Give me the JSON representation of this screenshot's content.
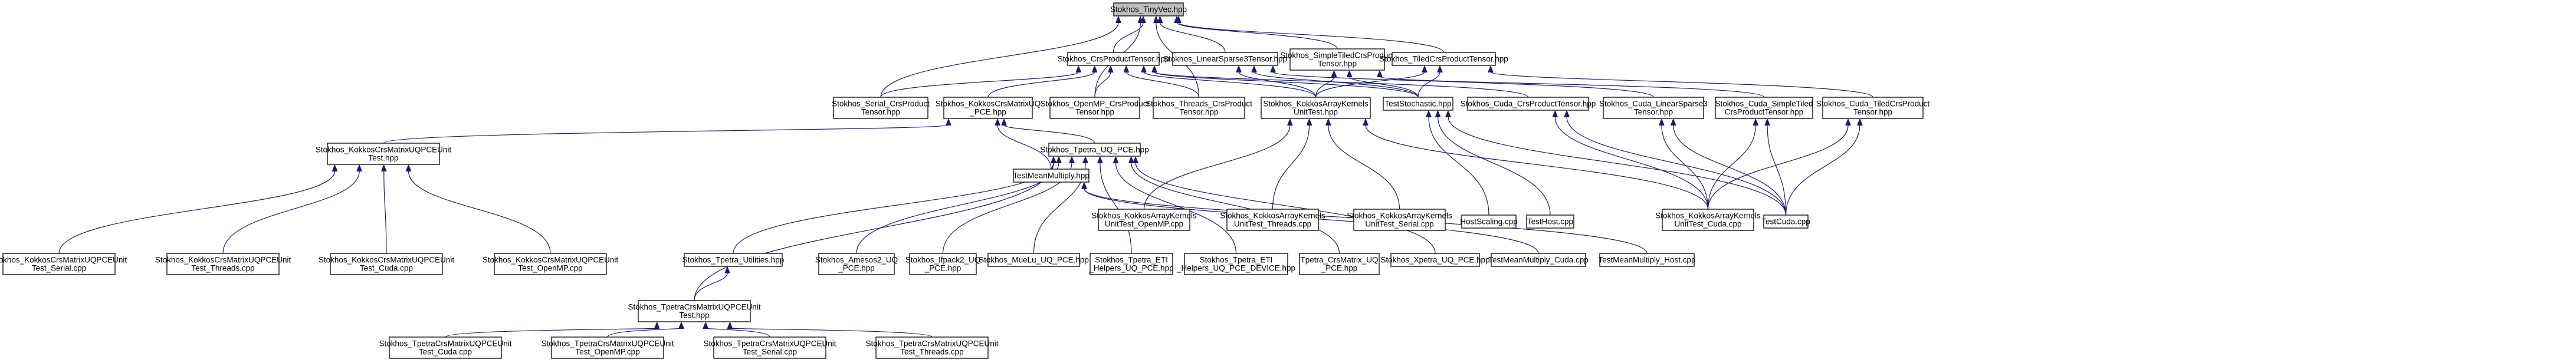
{
  "diagram": {
    "nodes": [
      {
        "id": "n0",
        "lines": [
          "Stokhos_TinyVec.hpp"
        ],
        "root": true
      },
      {
        "id": "n1",
        "lines": [
          "Stokhos_CrsProductTensor.hpp"
        ]
      },
      {
        "id": "n2",
        "lines": [
          "Stokhos_LinearSparse3Tensor.hpp"
        ]
      },
      {
        "id": "n3",
        "lines": [
          "Stokhos_SimpleTiledCrsProduct",
          "Tensor.hpp"
        ]
      },
      {
        "id": "n4",
        "lines": [
          "Stokhos_TiledCrsProductTensor.hpp"
        ]
      },
      {
        "id": "n5",
        "lines": [
          "Stokhos_Serial_CrsProduct",
          "Tensor.hpp"
        ]
      },
      {
        "id": "n6",
        "lines": [
          "Stokhos_KokkosCrsMatrixUQ",
          "_PCE.hpp"
        ]
      },
      {
        "id": "n7",
        "lines": [
          "Stokhos_OpenMP_CrsProduct",
          "Tensor.hpp"
        ]
      },
      {
        "id": "n8",
        "lines": [
          "Stokhos_Threads_CrsProduct",
          "Tensor.hpp"
        ]
      },
      {
        "id": "n9",
        "lines": [
          "Stokhos_KokkosArrayKernels",
          "UnitTest.hpp"
        ]
      },
      {
        "id": "n10",
        "lines": [
          "TestStochastic.hpp"
        ]
      },
      {
        "id": "n11",
        "lines": [
          "Stokhos_Cuda_CrsProductTensor.hpp"
        ]
      },
      {
        "id": "n12",
        "lines": [
          "Stokhos_Cuda_LinearSparse3",
          "Tensor.hpp"
        ]
      },
      {
        "id": "n13",
        "lines": [
          "Stokhos_Cuda_SimpleTiled",
          "CrsProductTensor.hpp"
        ]
      },
      {
        "id": "n14",
        "lines": [
          "Stokhos_Cuda_TiledCrsProduct",
          "Tensor.hpp"
        ]
      },
      {
        "id": "n15",
        "lines": [
          "Stokhos_KokkosCrsMatrixUQPCEUnit",
          "Test.hpp"
        ]
      },
      {
        "id": "n16",
        "lines": [
          "Stokhos_Tpetra_UQ_PCE.hpp"
        ]
      },
      {
        "id": "n17",
        "lines": [
          "TestMeanMultiply.hpp"
        ]
      },
      {
        "id": "n18",
        "lines": [
          "Stokhos_KokkosArrayKernels",
          "UnitTest_OpenMP.cpp"
        ]
      },
      {
        "id": "n19",
        "lines": [
          "Stokhos_KokkosArrayKernels",
          "UnitTest_Threads.cpp"
        ]
      },
      {
        "id": "n20",
        "lines": [
          "Stokhos_KokkosArrayKernels",
          "UnitTest_Serial.cpp"
        ]
      },
      {
        "id": "n21",
        "lines": [
          "HostScaling.cpp"
        ]
      },
      {
        "id": "n22",
        "lines": [
          "TestHost.cpp"
        ]
      },
      {
        "id": "n23",
        "lines": [
          "Stokhos_KokkosArrayKernels",
          "UnitTest_Cuda.cpp"
        ]
      },
      {
        "id": "n24",
        "lines": [
          "TestCuda.cpp"
        ]
      },
      {
        "id": "n25",
        "lines": [
          "Stokhos_KokkosCrsMatrixUQPCEUnit",
          "Test_Serial.cpp"
        ]
      },
      {
        "id": "n26",
        "lines": [
          "Stokhos_KokkosCrsMatrixUQPCEUnit",
          "Test_Threads.cpp"
        ]
      },
      {
        "id": "n27",
        "lines": [
          "Stokhos_KokkosCrsMatrixUQPCEUnit",
          "Test_Cuda.cpp"
        ]
      },
      {
        "id": "n28",
        "lines": [
          "Stokhos_KokkosCrsMatrixUQPCEUnit",
          "Test_OpenMP.cpp"
        ]
      },
      {
        "id": "n29",
        "lines": [
          "Stokhos_Tpetra_Utilities.hpp"
        ]
      },
      {
        "id": "n30",
        "lines": [
          "Stokhos_Amesos2_UQ",
          "_PCE.hpp"
        ]
      },
      {
        "id": "n31",
        "lines": [
          "Stokhos_Ifpack2_UQ",
          "_PCE.hpp"
        ]
      },
      {
        "id": "n32",
        "lines": [
          "Stokhos_MueLu_UQ_PCE.hpp"
        ]
      },
      {
        "id": "n33",
        "lines": [
          "Stokhos_Tpetra_ETI",
          "_Helpers_UQ_PCE.hpp"
        ]
      },
      {
        "id": "n34",
        "lines": [
          "Stokhos_Tpetra_ETI",
          "_Helpers_UQ_PCE_DEVICE.hpp"
        ]
      },
      {
        "id": "n35",
        "lines": [
          "Tpetra_CrsMatrix_UQ",
          "_PCE.hpp"
        ]
      },
      {
        "id": "n36",
        "lines": [
          "Stokhos_Xpetra_UQ_PCE.hpp"
        ]
      },
      {
        "id": "n37",
        "lines": [
          "TestMeanMultiply_Cuda.cpp"
        ]
      },
      {
        "id": "n38",
        "lines": [
          "TestMeanMultiply_Host.cpp"
        ]
      },
      {
        "id": "n39",
        "lines": [
          "Stokhos_TpetraCrsMatrixUQPCEUnit",
          "Test.hpp"
        ]
      },
      {
        "id": "n40",
        "lines": [
          "Stokhos_TpetraCrsMatrixUQPCEUnit",
          "Test_Cuda.cpp"
        ]
      },
      {
        "id": "n41",
        "lines": [
          "Stokhos_TpetraCrsMatrixUQPCEUnit",
          "Test_OpenMP.cpp"
        ]
      },
      {
        "id": "n42",
        "lines": [
          "Stokhos_TpetraCrsMatrixUQPCEUnit",
          "Test_Serial.cpp"
        ]
      },
      {
        "id": "n43",
        "lines": [
          "Stokhos_TpetraCrsMatrixUQPCEUnit",
          "Test_Threads.cpp"
        ]
      }
    ],
    "edges": [
      [
        "n0",
        "n1"
      ],
      [
        "n0",
        "n2"
      ],
      [
        "n0",
        "n3"
      ],
      [
        "n0",
        "n4"
      ],
      [
        "n0",
        "n5"
      ],
      [
        "n0",
        "n7"
      ],
      [
        "n0",
        "n8"
      ],
      [
        "n1",
        "n5"
      ],
      [
        "n1",
        "n6"
      ],
      [
        "n1",
        "n7"
      ],
      [
        "n1",
        "n8"
      ],
      [
        "n1",
        "n9"
      ],
      [
        "n1",
        "n10"
      ],
      [
        "n1",
        "n11"
      ],
      [
        "n2",
        "n9"
      ],
      [
        "n2",
        "n10"
      ],
      [
        "n2",
        "n12"
      ],
      [
        "n3",
        "n9"
      ],
      [
        "n3",
        "n10"
      ],
      [
        "n3",
        "n13"
      ],
      [
        "n4",
        "n9"
      ],
      [
        "n4",
        "n10"
      ],
      [
        "n4",
        "n14"
      ],
      [
        "n6",
        "n15"
      ],
      [
        "n6",
        "n16"
      ],
      [
        "n6",
        "n17"
      ],
      [
        "n9",
        "n18"
      ],
      [
        "n9",
        "n19"
      ],
      [
        "n9",
        "n20"
      ],
      [
        "n9",
        "n23"
      ],
      [
        "n10",
        "n21"
      ],
      [
        "n10",
        "n22"
      ],
      [
        "n10",
        "n24"
      ],
      [
        "n11",
        "n23"
      ],
      [
        "n11",
        "n24"
      ],
      [
        "n12",
        "n23"
      ],
      [
        "n12",
        "n24"
      ],
      [
        "n13",
        "n23"
      ],
      [
        "n13",
        "n24"
      ],
      [
        "n14",
        "n23"
      ],
      [
        "n14",
        "n24"
      ],
      [
        "n15",
        "n25"
      ],
      [
        "n15",
        "n26"
      ],
      [
        "n15",
        "n27"
      ],
      [
        "n15",
        "n28"
      ],
      [
        "n16",
        "n29"
      ],
      [
        "n16",
        "n30"
      ],
      [
        "n16",
        "n31"
      ],
      [
        "n16",
        "n32"
      ],
      [
        "n16",
        "n33"
      ],
      [
        "n16",
        "n34"
      ],
      [
        "n16",
        "n35"
      ],
      [
        "n16",
        "n36"
      ],
      [
        "n16",
        "n39"
      ],
      [
        "n17",
        "n37"
      ],
      [
        "n17",
        "n38"
      ],
      [
        "n29",
        "n39"
      ],
      [
        "n39",
        "n40"
      ],
      [
        "n39",
        "n41"
      ],
      [
        "n39",
        "n42"
      ],
      [
        "n39",
        "n43"
      ]
    ]
  }
}
